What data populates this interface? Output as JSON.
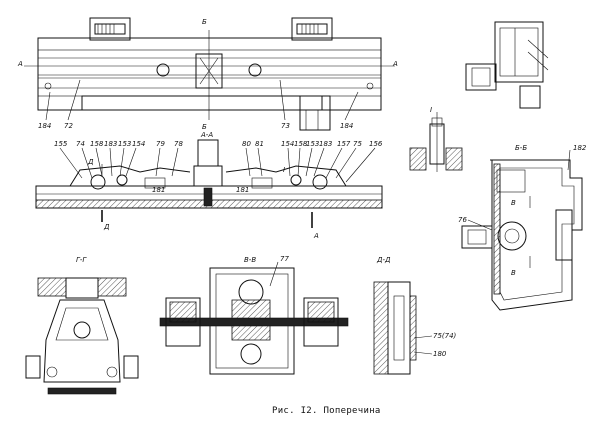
{
  "caption": "Рис. I2. Поперечина",
  "section_labels": {
    "top_cut_b_top": "Б",
    "top_cut_b_bottom": "Б",
    "top_cut_a_left": "А",
    "top_cut_a_right": "А",
    "aa": "А-А",
    "cut_d_top": "Д",
    "cut_d_bottom": "Д",
    "cut_a_bottom": "А",
    "cut_i": "I",
    "view_i": "I",
    "bb": "Б-Б",
    "gg": "Г-Г",
    "vv": "В-В",
    "dd": "Д-Д",
    "cut_v_top": "В",
    "cut_v_bottom": "В"
  },
  "part_labels": {
    "p184_left": "184",
    "p72": "72",
    "p73": "73",
    "p184_right": "184",
    "p155": "155",
    "p74": "74",
    "p158_left": "158",
    "p183_left": "183",
    "p153_left": "153",
    "p154_left": "154",
    "p79": "79",
    "p78": "78",
    "p80": "80",
    "p81": "81",
    "p154_right": "154",
    "p158_right": "158",
    "p153_right": "153",
    "p183_right": "183",
    "p157": "157",
    "p75": "75",
    "p156": "156",
    "p181_left": "181",
    "p181_right": "181",
    "p182": "182",
    "p76": "76",
    "p77": "77",
    "p75_74": "75(74)",
    "p180": "180"
  }
}
